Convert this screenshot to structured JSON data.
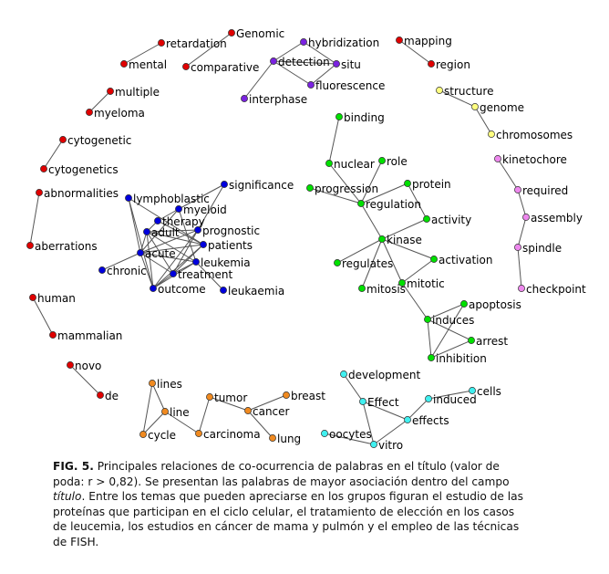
{
  "colors": {
    "red": "#e00000",
    "purple": "#7a22e0",
    "yellow": "#ffff80",
    "pink": "#ee88ee",
    "green": "#00e000",
    "blue": "#0000dd",
    "orange": "#f08a20",
    "cyan": "#40f0f0",
    "edge": "#555555"
  },
  "nodes": [
    {
      "label": "retardation",
      "group": "red"
    },
    {
      "label": "Genomic",
      "group": "red"
    },
    {
      "label": "mental",
      "group": "red"
    },
    {
      "label": "comparative",
      "group": "red"
    },
    {
      "label": "multiple",
      "group": "red"
    },
    {
      "label": "myeloma",
      "group": "red"
    },
    {
      "label": "cytogenetic",
      "group": "red"
    },
    {
      "label": "cytogenetics",
      "group": "red"
    },
    {
      "label": "abnormalities",
      "group": "red"
    },
    {
      "label": "aberrations",
      "group": "red"
    },
    {
      "label": "human",
      "group": "red"
    },
    {
      "label": "mammalian",
      "group": "red"
    },
    {
      "label": "novo",
      "group": "red"
    },
    {
      "label": "de",
      "group": "red"
    },
    {
      "label": "mapping",
      "group": "red"
    },
    {
      "label": "region",
      "group": "red"
    },
    {
      "label": "hybridization",
      "group": "purple"
    },
    {
      "label": "detection",
      "group": "purple"
    },
    {
      "label": "situ",
      "group": "purple"
    },
    {
      "label": "fluorescence",
      "group": "purple"
    },
    {
      "label": "interphase",
      "group": "purple"
    },
    {
      "label": "structure",
      "group": "yellow"
    },
    {
      "label": "genome",
      "group": "yellow"
    },
    {
      "label": "chromosomes",
      "group": "yellow"
    },
    {
      "label": "kinetochore",
      "group": "pink"
    },
    {
      "label": "required",
      "group": "pink"
    },
    {
      "label": "assembly",
      "group": "pink"
    },
    {
      "label": "spindle",
      "group": "pink"
    },
    {
      "label": "checkpoint",
      "group": "pink"
    },
    {
      "label": "binding",
      "group": "green"
    },
    {
      "label": "nuclear",
      "group": "green"
    },
    {
      "label": "role",
      "group": "green"
    },
    {
      "label": "protein",
      "group": "green"
    },
    {
      "label": "progression",
      "group": "green"
    },
    {
      "label": "regulation",
      "group": "green"
    },
    {
      "label": "activity",
      "group": "green"
    },
    {
      "label": "kinase",
      "group": "green"
    },
    {
      "label": "regulates",
      "group": "green"
    },
    {
      "label": "activation",
      "group": "green"
    },
    {
      "label": "mitotic",
      "group": "green"
    },
    {
      "label": "mitosis",
      "group": "green"
    },
    {
      "label": "apoptosis",
      "group": "green"
    },
    {
      "label": "induces",
      "group": "green"
    },
    {
      "label": "arrest",
      "group": "green"
    },
    {
      "label": "inhibition",
      "group": "green"
    },
    {
      "label": "significance",
      "group": "blue"
    },
    {
      "label": "lymphoblastic",
      "group": "blue"
    },
    {
      "label": "myeloid",
      "group": "blue"
    },
    {
      "label": "therapy",
      "group": "blue"
    },
    {
      "label": "adult",
      "group": "blue"
    },
    {
      "label": "prognostic",
      "group": "blue"
    },
    {
      "label": "patients",
      "group": "blue"
    },
    {
      "label": "acute",
      "group": "blue"
    },
    {
      "label": "leukemia",
      "group": "blue"
    },
    {
      "label": "chronic",
      "group": "blue"
    },
    {
      "label": "treatment",
      "group": "blue"
    },
    {
      "label": "outcome",
      "group": "blue"
    },
    {
      "label": "leukaemia",
      "group": "blue"
    },
    {
      "label": "lines",
      "group": "orange"
    },
    {
      "label": "line",
      "group": "orange"
    },
    {
      "label": "tumor",
      "group": "orange"
    },
    {
      "label": "breast",
      "group": "orange"
    },
    {
      "label": "cancer",
      "group": "orange"
    },
    {
      "label": "cycle",
      "group": "orange"
    },
    {
      "label": "carcinoma",
      "group": "orange"
    },
    {
      "label": "lung",
      "group": "orange"
    },
    {
      "label": "development",
      "group": "cyan"
    },
    {
      "label": "cells",
      "group": "cyan"
    },
    {
      "label": "Effect",
      "group": "cyan"
    },
    {
      "label": "induced",
      "group": "cyan"
    },
    {
      "label": "effects",
      "group": "cyan"
    },
    {
      "label": "oocytes",
      "group": "cyan"
    },
    {
      "label": "vitro",
      "group": "cyan"
    }
  ],
  "edges": [
    [
      "retardation",
      "mental"
    ],
    [
      "Genomic",
      "comparative"
    ],
    [
      "multiple",
      "myeloma"
    ],
    [
      "cytogenetic",
      "cytogenetics"
    ],
    [
      "abnormalities",
      "aberrations"
    ],
    [
      "human",
      "mammalian"
    ],
    [
      "novo",
      "de"
    ],
    [
      "mapping",
      "region"
    ],
    [
      "hybridization",
      "detection"
    ],
    [
      "hybridization",
      "situ"
    ],
    [
      "detection",
      "situ"
    ],
    [
      "detection",
      "fluorescence"
    ],
    [
      "situ",
      "fluorescence"
    ],
    [
      "detection",
      "interphase"
    ],
    [
      "structure",
      "genome"
    ],
    [
      "genome",
      "chromosomes"
    ],
    [
      "kinetochore",
      "required"
    ],
    [
      "required",
      "assembly"
    ],
    [
      "assembly",
      "spindle"
    ],
    [
      "spindle",
      "checkpoint"
    ],
    [
      "binding",
      "nuclear"
    ],
    [
      "nuclear",
      "regulation"
    ],
    [
      "role",
      "regulation"
    ],
    [
      "progression",
      "regulation"
    ],
    [
      "regulation",
      "protein"
    ],
    [
      "protein",
      "activity"
    ],
    [
      "regulation",
      "kinase"
    ],
    [
      "activity",
      "kinase"
    ],
    [
      "kinase",
      "regulates"
    ],
    [
      "kinase",
      "mitosis"
    ],
    [
      "kinase",
      "activation"
    ],
    [
      "activation",
      "mitotic"
    ],
    [
      "kinase",
      "mitotic"
    ],
    [
      "mitotic",
      "induces"
    ],
    [
      "induces",
      "apoptosis"
    ],
    [
      "induces",
      "arrest"
    ],
    [
      "induces",
      "inhibition"
    ],
    [
      "inhibition",
      "apoptosis"
    ],
    [
      "inhibition",
      "arrest"
    ],
    [
      "significance",
      "prognostic"
    ],
    [
      "significance",
      "myeloid"
    ],
    [
      "lymphoblastic",
      "acute"
    ],
    [
      "lymphoblastic",
      "outcome"
    ],
    [
      "lymphoblastic",
      "patients"
    ],
    [
      "myeloid",
      "therapy"
    ],
    [
      "myeloid",
      "acute"
    ],
    [
      "myeloid",
      "leukemia"
    ],
    [
      "therapy",
      "adult"
    ],
    [
      "therapy",
      "patients"
    ],
    [
      "adult",
      "acute"
    ],
    [
      "adult",
      "prognostic"
    ],
    [
      "adult",
      "patients"
    ],
    [
      "adult",
      "leukemia"
    ],
    [
      "adult",
      "treatment"
    ],
    [
      "adult",
      "outcome"
    ],
    [
      "prognostic",
      "acute"
    ],
    [
      "prognostic",
      "outcome"
    ],
    [
      "prognostic",
      "treatment"
    ],
    [
      "patients",
      "acute"
    ],
    [
      "patients",
      "outcome"
    ],
    [
      "patients",
      "treatment"
    ],
    [
      "acute",
      "leukemia"
    ],
    [
      "acute",
      "treatment"
    ],
    [
      "acute",
      "outcome"
    ],
    [
      "acute",
      "chronic"
    ],
    [
      "leukemia",
      "treatment"
    ],
    [
      "leukemia",
      "outcome"
    ],
    [
      "treatment",
      "outcome"
    ],
    [
      "leukemia",
      "leukaemia"
    ],
    [
      "lines",
      "line"
    ],
    [
      "lines",
      "cycle"
    ],
    [
      "line",
      "cycle"
    ],
    [
      "line",
      "carcinoma"
    ],
    [
      "carcinoma",
      "tumor"
    ],
    [
      "tumor",
      "cancer"
    ],
    [
      "cancer",
      "breast"
    ],
    [
      "cancer",
      "lung"
    ],
    [
      "development",
      "Effect"
    ],
    [
      "Effect",
      "vitro"
    ],
    [
      "Effect",
      "effects"
    ],
    [
      "induced",
      "effects"
    ],
    [
      "effects",
      "vitro"
    ],
    [
      "oocytes",
      "vitro"
    ],
    [
      "induced",
      "cells"
    ]
  ],
  "caption": {
    "fig_label": "FIG. 5.",
    "line1": " Principales relaciones de co-ocurrencia de palabras en el título (valor de",
    "line2": "poda: r > 0,82). Se presentan las palabras de mayor asociación dentro del campo",
    "line3_italic": "título",
    "line3": ". Entre los temas que pueden apreciarse en los grupos figuran el estudio de las",
    "line4": "proteínas que participan en el ciclo celular, el tratamiento de elección en los casos",
    "line5": "de leucemia, los estudios en cáncer de mama y pulmón y el empleo de las técnicas",
    "line6": "de FISH."
  }
}
